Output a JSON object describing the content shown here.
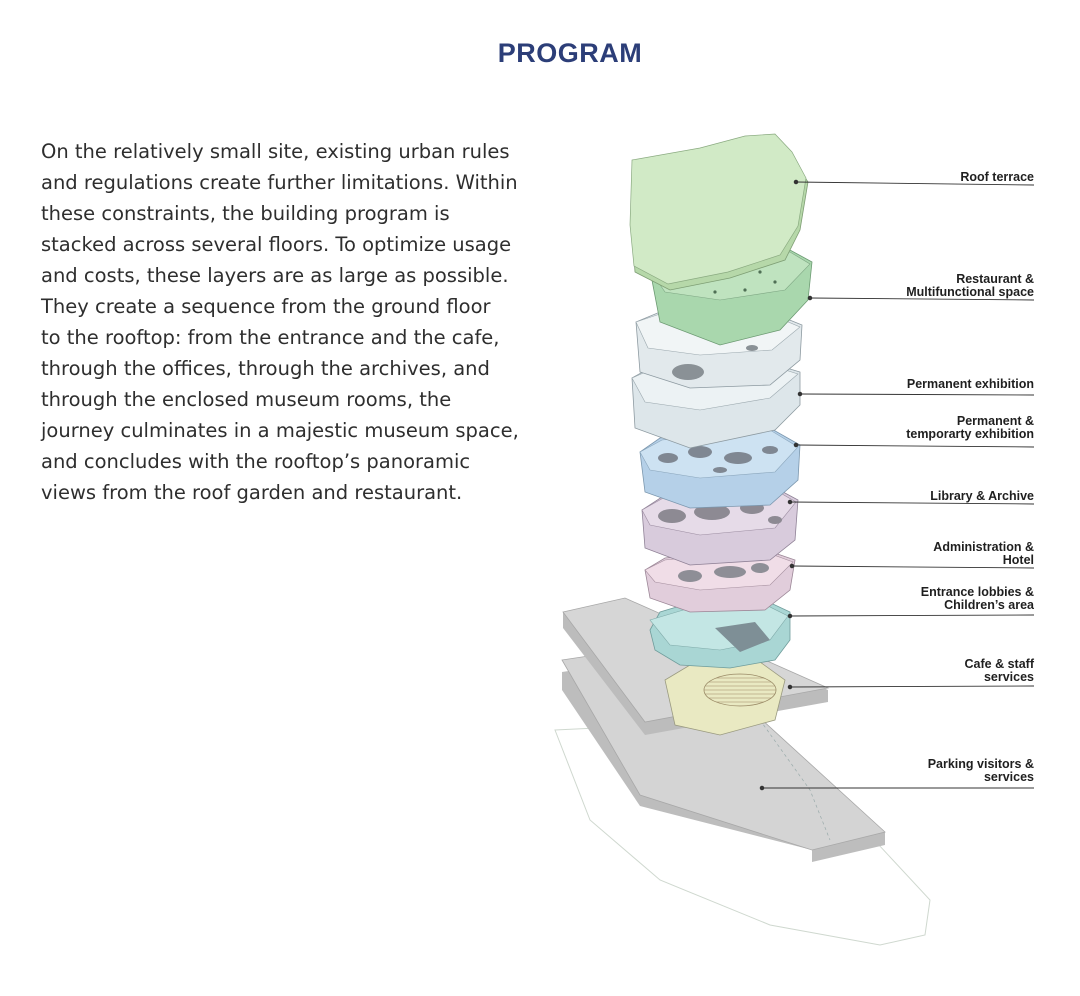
{
  "title": "PROGRAM",
  "paragraph_lines": [
    "On the relatively small site, existing urban rules",
    "and regulations create further limitations. Within",
    "these constraints, the building program is",
    "stacked across several floors. To optimize usage",
    "and costs, these layers are as large as possible.",
    "They create a sequence from the ground floor",
    "to the rooftop: from the entrance and the cafe,",
    "through the offices, through the archives, and",
    "through the enclosed museum rooms, the",
    "journey culminates in a majestic museum space,",
    "and concludes with the rooftop’s panoramic",
    "views from the roof garden and restaurant."
  ],
  "labels": [
    {
      "lines": [
        "Roof terrace"
      ]
    },
    {
      "lines": [
        "Restaurant &",
        "Multifunctional space"
      ]
    },
    {
      "lines": [
        "Permanent exhibition"
      ]
    },
    {
      "lines": [
        "Permanent  &",
        "temporarty exhibition"
      ]
    },
    {
      "lines": [
        "Library  & Archive"
      ]
    },
    {
      "lines": [
        "Administration &",
        "Hotel"
      ]
    },
    {
      "lines": [
        "Entrance lobbies &",
        "Children’s area"
      ]
    },
    {
      "lines": [
        "Cafe & staff",
        "services"
      ]
    },
    {
      "lines": [
        "Parking visitors &",
        "services"
      ]
    }
  ],
  "colors": {
    "title": "#2c3e78",
    "roof_green": "#cfe8c4",
    "restaurant_green": "#b9dfb6",
    "exhibition_grey": "#e4ebee",
    "library_blue": "#c3dcef",
    "admin_pink": "#e3d6e6",
    "entrance_pink": "#ecd9e3",
    "cafe_teal": "#b7e0df",
    "ground_yellow": "#e8e8c4",
    "slab_grey": "#d3d3d3"
  }
}
